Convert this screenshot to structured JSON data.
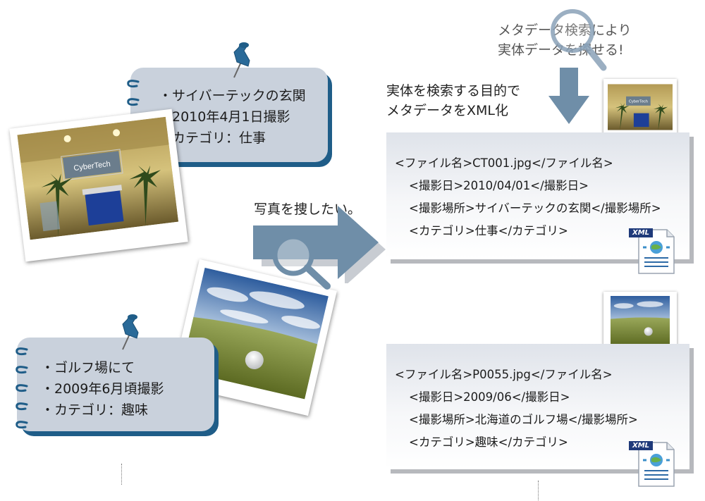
{
  "memo_top": {
    "lines": [
      "・サイバーテックの玄関",
      "・2010年4月1日撮影",
      "・カテゴリ：仕事"
    ]
  },
  "memo_bottom": {
    "lines": [
      "・ゴルフ場にて",
      "・2009年6月頃撮影",
      "・カテゴリ：趣味"
    ]
  },
  "photo_office_logo": "CyberTech",
  "search_label": "写真を捜したい。",
  "purpose_label": [
    "実体を検索する目的で",
    "メタデータをXML化"
  ],
  "meta_search_label": [
    "メタデータ検索により",
    "実体データを探せる!"
  ],
  "xml_top": {
    "lines": [
      "<ファイル名>CT001.jpg</ファイル名>",
      "<撮影日>2010/04/01</撮影日>",
      "<撮影場所>サイバーテックの玄関</撮影場所>",
      "<カテゴリ>仕事</カテゴリ>"
    ],
    "badge": "XML"
  },
  "xml_bottom": {
    "lines": [
      "<ファイル名>P0055.jpg</ファイル名>",
      "<撮影日>2009/06</撮影日>",
      "<撮影場所>北海道のゴルフ場</撮影場所>",
      "<カテゴリ>趣味</カテゴリ>"
    ],
    "badge": "XML"
  },
  "colors": {
    "memo_bg": "#c9d1dc",
    "memo_shadow": "#1f5d88",
    "arrow": "#6f8ea8",
    "pin": "#2a6a98"
  },
  "icons": [
    "pushpin-icon",
    "magnifier-icon",
    "down-arrow-icon",
    "right-arrow-icon",
    "xml-file-icon"
  ]
}
